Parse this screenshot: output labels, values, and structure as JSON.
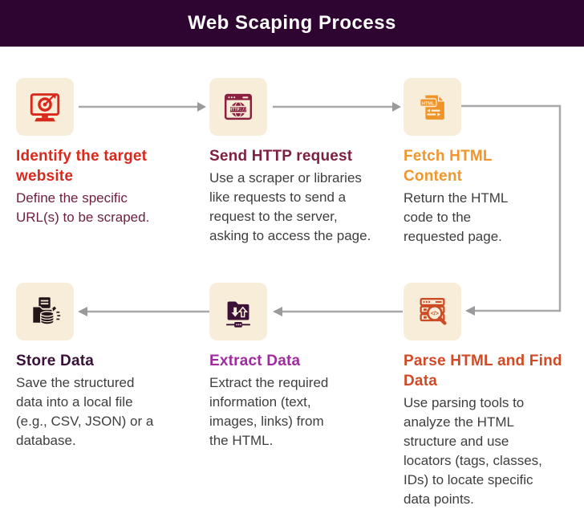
{
  "header": {
    "title": "Web Scaping Process",
    "bg_color": "#2e0530",
    "text_color": "#ffffff"
  },
  "canvas": {
    "background": "#ffffff",
    "tile_color": "#f7edd9",
    "arrow_color": "#a8a8a8"
  },
  "steps": [
    {
      "icon": "monitor-target-icon",
      "icon_color": "#d9291c",
      "title": "Identify the target\nwebsite",
      "title_color": "#da291c",
      "description": "Define the specific\nURL(s) to be scraped.",
      "description_color": "#6e1e3e"
    },
    {
      "icon": "browser-http-icon",
      "icon_color": "#8c2040",
      "title": "Send HTTP request",
      "title_color": "#7d1f41",
      "description": "Use a scraper or libraries\nlike requests to send a\nrequest to the server,\nasking to access the page.",
      "description_color": "#3f3e3e"
    },
    {
      "icon": "html-document-icon",
      "icon_color": "#f0942a",
      "title": "Fetch HTML\nContent",
      "title_color": "#f0962e",
      "description": "Return the HTML\ncode to the\nrequested page.",
      "description_color": "#3f3e3e"
    },
    {
      "icon": "parse-magnifier-icon",
      "icon_color": "#cc4a24",
      "title": "Parse HTML and Find\nData",
      "title_color": "#d04a26",
      "description": "Use parsing tools to\nanalyze the HTML\nstructure and use\nlocators (tags, classes,\nIDs) to locate specific\ndata points.",
      "description_color": "#3f3e3e"
    },
    {
      "icon": "folder-transfer-icon",
      "icon_color": "#3d1038",
      "title": "Extract Data",
      "title_color": "#9e2c9e",
      "description": "Extract the required\ninformation (text,\nimages, links) from\nthe HTML.",
      "description_color": "#3f3e3e"
    },
    {
      "icon": "store-database-icon",
      "icon_color": "#231419",
      "title": "Store Data",
      "title_color": "#3a1038",
      "description": "Save the structured\ndata into a local file\n(e.g., CSV, JSON) or a\ndatabase.",
      "description_color": "#3f3e3e"
    }
  ]
}
